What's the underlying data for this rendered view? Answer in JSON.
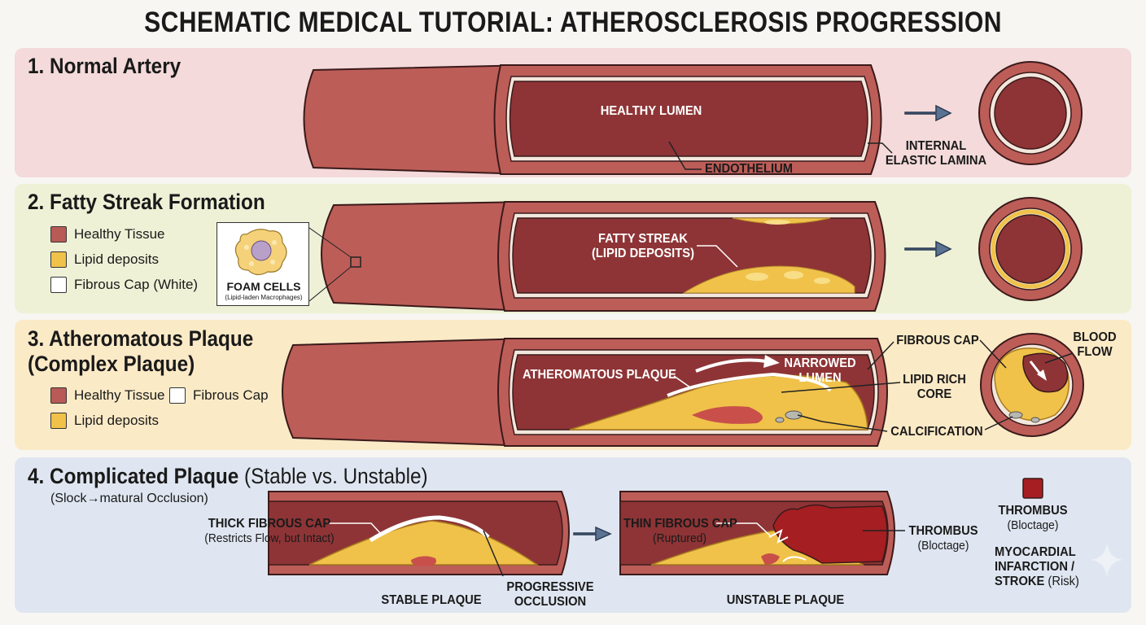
{
  "title": "SCHEMATIC MEDICAL TUTORIAL: ATHEROSCLEROSIS PROGRESSION",
  "panel1": {
    "title": "1. Normal Artery",
    "healthy_lumen": "HEALTHY LUMEN",
    "endothelium": "ENDOTHELIUM",
    "iel_line1": "INTERNAL",
    "iel_line2": "ELASTIC LAMINA"
  },
  "panel2": {
    "title": "2. Fatty Streak Formation",
    "legend": [
      "Healthy Tissue",
      "Lipid deposits",
      "Fibrous Cap (White)"
    ],
    "foam_cells": "FOAM CELLS",
    "foam_cells_sub": "(Lipid-laden Macrophages)",
    "fatty_streak_line1": "FATTY STREAK",
    "fatty_streak_line2": "(LIPID DEPOSITS)"
  },
  "panel3": {
    "title_line1": "3. Atheromatous Plaque",
    "title_line2": "(Complex Plaque)",
    "legend": [
      "Healthy Tissue",
      "Fibrous Cap",
      "Lipid deposits"
    ],
    "atheromatous_plaque": "ATHEROMATOUS PLAQUE",
    "narrowed_line1": "NARROWED",
    "narrowed_line2": "LUMEN",
    "fibrous_cap": "FIBROUS CAP",
    "lipid_core_line1": "LIPID RICH",
    "lipid_core_line2": "CORE",
    "calcification": "CALCIFICATION",
    "blood_flow_line1": "BLOOD",
    "blood_flow_line2": "FLOW"
  },
  "panel4": {
    "title_bold": "4. Complicated Plaque",
    "title_rest": " (Stable vs. Unstable)",
    "subtitle": "(Slock→matural Occlusion)",
    "thick_cap": "THICK FIBROUS CAP",
    "thick_cap_sub": "(Restricts Flow, but Intact)",
    "progressive_line1": "PROGRESSIVE",
    "progressive_line2": "OCCLUSION",
    "stable": "STABLE PLAQUE",
    "thin_cap": "THIN FIBROUS CAP",
    "thin_cap_sub": "(Ruptured)",
    "thrombus": "THROMBUS",
    "thrombus_sub": "(Bloctage)",
    "unstable": "UNSTABLE PLAQUE",
    "legend_thrombus": "THROMBUS",
    "legend_thrombus_sub": "(Bloctage)",
    "mi_line1": "MYOCARDIAL",
    "mi_line2": "INFARCTION /",
    "mi_line3_bold": "STROKE",
    "mi_line3_rest": " (Risk)"
  },
  "colors": {
    "tissue": "#b85a56",
    "lumen": "#8e3436",
    "lipid": "#f0c24a",
    "thrombus": "#a51e22",
    "arrow": "#5b7392"
  }
}
